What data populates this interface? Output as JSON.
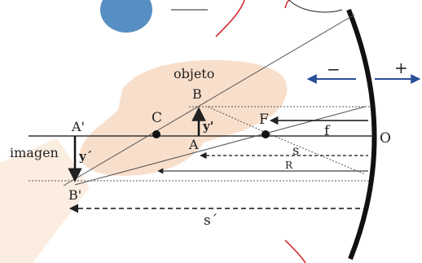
{
  "labels": {
    "objeto": "objeto",
    "imagen": "imagen",
    "B": "B",
    "B_prime": "B'",
    "A": "A",
    "A_prime": "A'",
    "C": "C",
    "F": "F",
    "O": "O",
    "y": "y'",
    "y_prime": "y´",
    "f": "f",
    "s": "s",
    "R": "R",
    "s_prime": "s´",
    "minus": "−",
    "plus": "+"
  },
  "colors": {
    "ink": "#222222",
    "sign_arrows": "#2a4f9a",
    "background_blob": "#f7dcc6",
    "watermark_red": "#d42020",
    "watermark_blue": "#3a7ab8"
  }
}
